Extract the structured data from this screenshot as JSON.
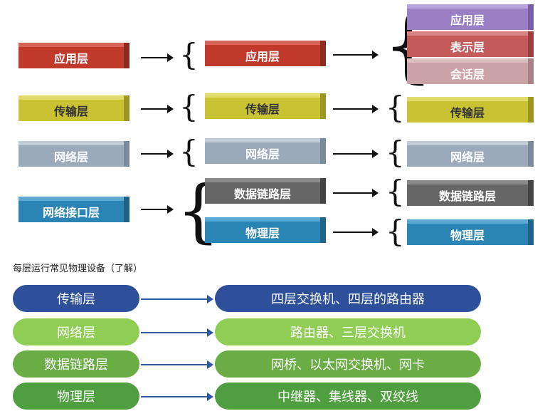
{
  "col1": {
    "app": "应用层",
    "transport": "传输层",
    "network": "网络层",
    "netif": "网络接口层"
  },
  "col2": {
    "app": "应用层",
    "transport": "传输层",
    "network": "网络层",
    "datalink": "数据链路层",
    "physical": "物理层"
  },
  "col3": {
    "app": "应用层",
    "presentation": "表示层",
    "session": "会话层",
    "transport": "传输层",
    "network": "网络层",
    "datalink": "数据链路层",
    "physical": "物理层"
  },
  "caption": "每层运行常见物理设备（了解）",
  "devices": [
    {
      "layer": "传输层",
      "devices": "四层交换机、四层的路由器"
    },
    {
      "layer": "网络层",
      "devices": "路由器、三层交换机"
    },
    {
      "layer": "数据链路层",
      "devices": "网桥、以太网交换机、网卡"
    },
    {
      "layer": "物理层",
      "devices": "中继器、集线器、双绞线"
    }
  ],
  "colors": {
    "app_red": "#c0392b",
    "transport_yellow": "#c9c233",
    "network_gray": "#9aaabb",
    "netif_blue": "#2a85b5",
    "datalink_darkgray": "#666666",
    "presentation_red": "#c45a5a",
    "session_pink": "#cba3a6",
    "app_purple": "#9b7fc4",
    "pill_blue": "#2e4f9a",
    "pill_lightgreen": "#8fcd55",
    "pill_green": "#6bad45",
    "pill_darkgreen": "#4f9e3f"
  }
}
